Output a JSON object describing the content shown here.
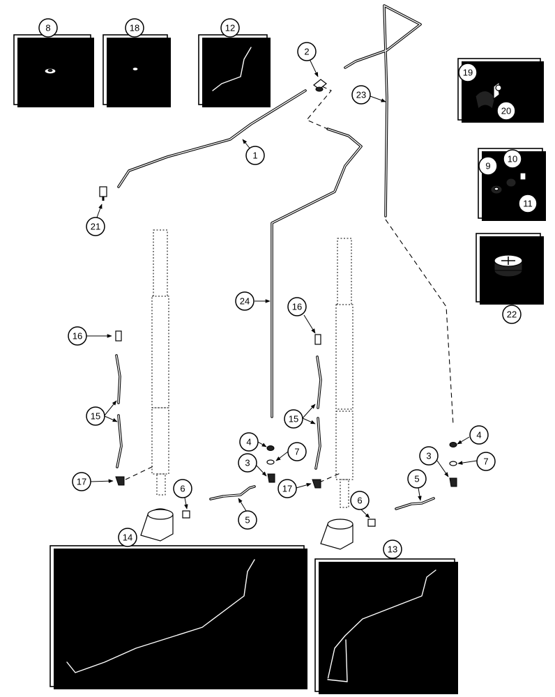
{
  "callouts": {
    "c1": "1",
    "c2": "2",
    "c3a": "3",
    "c3b": "3",
    "c4a": "4",
    "c4b": "4",
    "c5a": "5",
    "c5b": "5",
    "c6a": "6",
    "c6b": "6",
    "c7a": "7",
    "c7b": "7",
    "c8": "8",
    "c9": "9",
    "c10": "10",
    "c11": "11",
    "c12": "12",
    "c13": "13",
    "c14": "14",
    "c15a": "15",
    "c15b": "15",
    "c16a": "16",
    "c16b": "16",
    "c17a": "17",
    "c17b": "17",
    "c18": "18",
    "c19": "19",
    "c20": "20",
    "c21": "21",
    "c22": "22",
    "c23": "23",
    "c24": "24"
  }
}
